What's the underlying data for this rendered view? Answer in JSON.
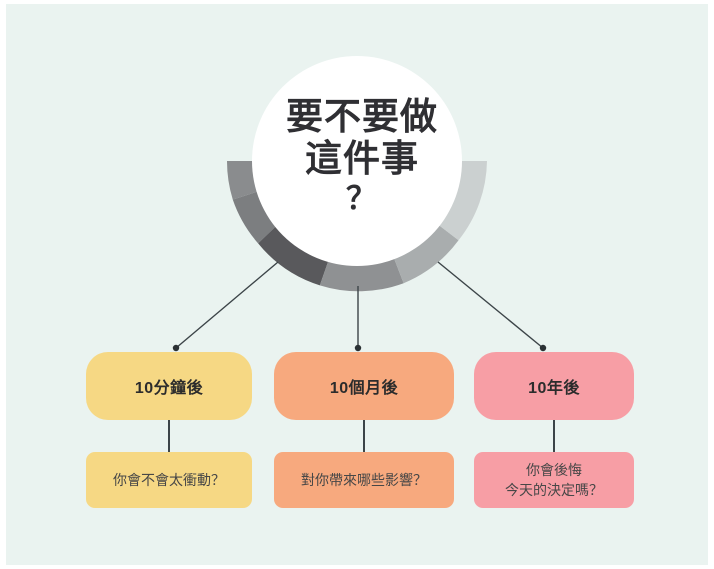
{
  "page": {
    "background_color": "#eaf3f0",
    "page_color": "#ffffff"
  },
  "hub": {
    "name": "decision-hub",
    "circle_color": "#ffffff",
    "text_color": "#2f2f33",
    "line1": "要不要做",
    "line2": "這件事",
    "line3": "？",
    "ring_segments": [
      {
        "label": "segment-1",
        "color": "#8a8c8e"
      },
      {
        "label": "segment-2",
        "color": "#7c7e80"
      },
      {
        "label": "segment-3",
        "color": "#59595c"
      },
      {
        "label": "segment-4",
        "color": "#8f9193"
      },
      {
        "label": "segment-5",
        "color": "#a9adae"
      },
      {
        "label": "segment-6",
        "color": "#cbd0d0"
      }
    ]
  },
  "connector": {
    "line_color": "#3c4448",
    "dot_color": "#2b3134"
  },
  "branches": [
    {
      "id": "ten-minutes",
      "head_label": "10分鐘後",
      "head_color": "#f6d884",
      "sub_color": "#f6d884",
      "sub_lines": [
        "你會不會太衝動？"
      ]
    },
    {
      "id": "ten-months",
      "head_label": "10個月後",
      "head_color": "#f7a97e",
      "sub_color": "#f7a97e",
      "sub_lines": [
        "對你帶來哪些影響？"
      ]
    },
    {
      "id": "ten-years",
      "head_label": "10年後",
      "head_color": "#f79ea5",
      "sub_color": "#f79ea5",
      "sub_lines": [
        "你會後悔",
        "今天的決定嗎？"
      ]
    }
  ]
}
